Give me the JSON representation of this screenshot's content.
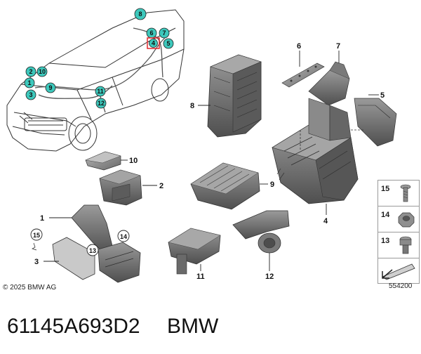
{
  "diagram": {
    "part_number": "61145A693D2",
    "brand": "BMW",
    "copyright": "© 2025 BMW AG",
    "reference": "554200"
  },
  "car_callouts": [
    {
      "n": "8",
      "hl": false
    },
    {
      "n": "6",
      "hl": false
    },
    {
      "n": "7",
      "hl": false
    },
    {
      "n": "4",
      "hl": true
    },
    {
      "n": "5",
      "hl": false
    },
    {
      "n": "2",
      "hl": false
    },
    {
      "n": "10",
      "hl": false
    },
    {
      "n": "1",
      "hl": false
    },
    {
      "n": "9",
      "hl": false
    },
    {
      "n": "3",
      "hl": false
    },
    {
      "n": "11",
      "hl": false
    },
    {
      "n": "12",
      "hl": false
    }
  ],
  "part_labels": [
    "6",
    "7",
    "5",
    "8",
    "10",
    "2",
    "9",
    "1",
    "3",
    "4",
    "11",
    "12"
  ],
  "circled_labels": [
    "15",
    "13",
    "14"
  ],
  "legend": [
    {
      "n": "15",
      "item": "bolt-icon"
    },
    {
      "n": "14",
      "item": "hex-nut-icon"
    },
    {
      "n": "13",
      "item": "hex-socket-bolt-icon"
    }
  ],
  "colors": {
    "callout_fill": "#3dc8bc",
    "highlight": "#e0282d",
    "line": "#2a2a2a",
    "part_gray": "#6f6f6f"
  }
}
